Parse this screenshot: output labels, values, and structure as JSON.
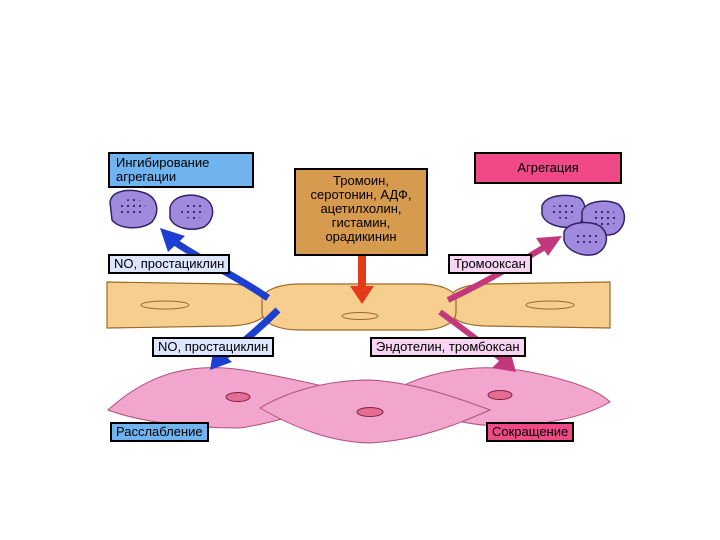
{
  "labels": {
    "inhibit_aggregation": "Ингибирование агрегации",
    "aggregation": "Агрегация",
    "mediators": "Тромоин, серотонин, АДФ, ацетилхолин, гистамин, орадикинин",
    "no_prostacyclin_top": "NO, простациклин",
    "thromboxane_top": "Тромооксан",
    "no_prostacyclin_bottom": "NO, простациклин",
    "endothelin_thromboxane": "Эндотелин, тромбоксан",
    "relaxation": "Расслабление",
    "contraction": "Сокращение"
  },
  "colors": {
    "blue_box": "#6fb3ef",
    "pink_box": "#f04a86",
    "light_blue_box": "#dde6ff",
    "light_pink_box": "#f7d5f3",
    "mediator_box": "#d79b4f",
    "endothelium": "#f6cf8e",
    "smooth_muscle": "#f2a5cd",
    "nucleus": "#e46e91",
    "platelet": "#a08ade",
    "blue_arrow": "#1c3fd1",
    "pink_arrow": "#c3377c",
    "red_arrow": "#e43b1b"
  },
  "icons": [
    "platelet-icon",
    "arrow-icon"
  ]
}
